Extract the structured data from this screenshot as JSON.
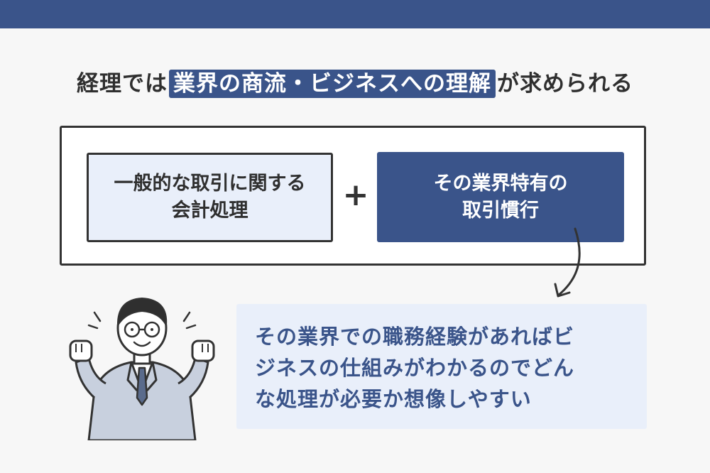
{
  "headline": {
    "prefix": "経理では",
    "highlight": "業界の商流・ビジネスへの理解",
    "suffix": "が求められる"
  },
  "left_box": {
    "line1": "一般的な取引に関する",
    "line2": "会計処理"
  },
  "plus_symbol": "+",
  "right_box": {
    "line1": "その業界特有の",
    "line2": "取引慣行"
  },
  "bubble": {
    "line1": "その業界での職務経験があればビ",
    "line2": "ジネスの仕組みがわかるのでどん",
    "line3": "な処理が必要か想像しやすい"
  },
  "colors": {
    "navy": "#3a548a",
    "light_blue": "#e9effa",
    "dark": "#333333"
  },
  "icons": {
    "person": "businessman-cheering-icon",
    "arrow": "curved-arrow-down-icon"
  }
}
